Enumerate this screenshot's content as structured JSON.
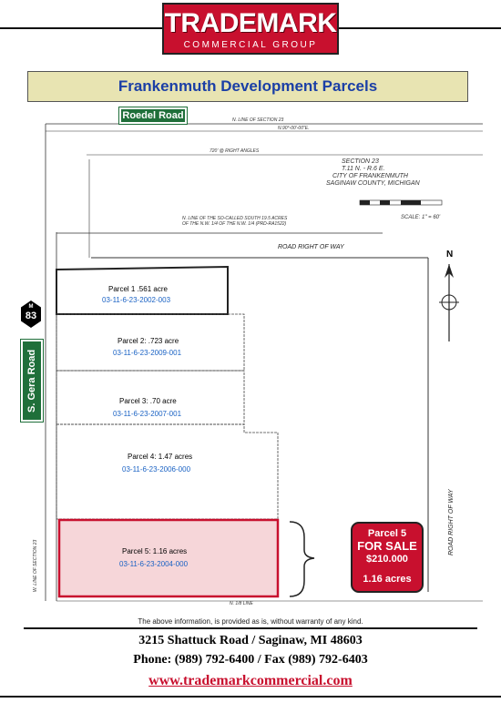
{
  "logo": {
    "main": "TRADEMARK",
    "sub": "COMMERCIAL GROUP"
  },
  "title": "Frankenmuth Development Parcels",
  "roads": {
    "roedel": "Roedel Road",
    "gera": "S. Gera Road",
    "shield_number": "83",
    "shield_letter": "M",
    "road_right_of_way": "ROAD RIGHT OF WAY",
    "road_right_of_way_vertical": "ROAD RIGHT OF WAY"
  },
  "map_text": {
    "section_line_top": "N. LINE OF SECTION 23",
    "section_bearing_top": "N.90°-00'-00\"E.",
    "right_angles": "720' @ RIGHT ANGLES",
    "section": "SECTION 23",
    "township": "T.11 N. - R.6 E.",
    "city": "CITY OF FRANKENMUTH",
    "county": "SAGINAW COUNTY, MICHIGAN",
    "scale": "SCALE: 1\" = 60'",
    "so_called_line": "N. LINE OF THE SO-CALLED SOUTH 19.5 ACRES",
    "so_called_line2": "OF THE N.W. 1/4 OF THE N.W. 1/4 (PRD-RA1522)",
    "eighth_line": "N. 1/8 LINE",
    "west_line": "W. LINE OF SECTION 23",
    "north_arrow": "N"
  },
  "parcels": [
    {
      "label": "Parcel 1  .561 acre",
      "id": "03-11-6-23-2002-003"
    },
    {
      "label": "Parcel 2:  .723 acre",
      "id": "03-11-6-23-2009-001"
    },
    {
      "label": "Parcel 3:  .70 acre",
      "id": "03-11-6-23-2007-001"
    },
    {
      "label": "Parcel 4:  1.47 acres",
      "id": "03-11-6-23-2006-000"
    },
    {
      "label": "Parcel 5:  1.16 acres",
      "id": "03-11-6-23-2004-000"
    }
  ],
  "for_sale": {
    "line1": "Parcel 5",
    "line2": "FOR SALE",
    "price": "$210.000",
    "acres": "1.16 acres"
  },
  "disclaimer": "The above information, is provided as is, without warranty of any kind.",
  "address": "3215 Shattuck Road  /  Saginaw, MI 48603",
  "phone": "Phone:  (989) 792-6400  /  Fax  (989) 792-6403",
  "website": "www.trademarkcommercial.com",
  "colors": {
    "brand_red": "#c8102e",
    "title_bg": "#e8e4b2",
    "title_text": "#1b3fa6",
    "sign_green": "#1f6f3a",
    "parcel_id": "#1a62c4"
  }
}
